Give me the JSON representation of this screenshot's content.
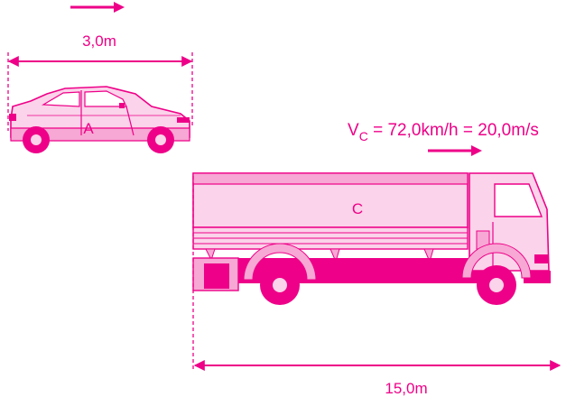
{
  "colors": {
    "magenta": "#ee0088",
    "light_pink": "#fbd3ea",
    "mid_pink": "#f7a8d4",
    "white": "#ffffff"
  },
  "labels": {
    "car_length": "3,0m",
    "car_letter": "A",
    "truck_letter": "C",
    "truck_length": "15,0m",
    "velocity_prefix": "V",
    "velocity_subscript": "C",
    "velocity_value": " = 72,0km/h = 20,0m/s"
  }
}
